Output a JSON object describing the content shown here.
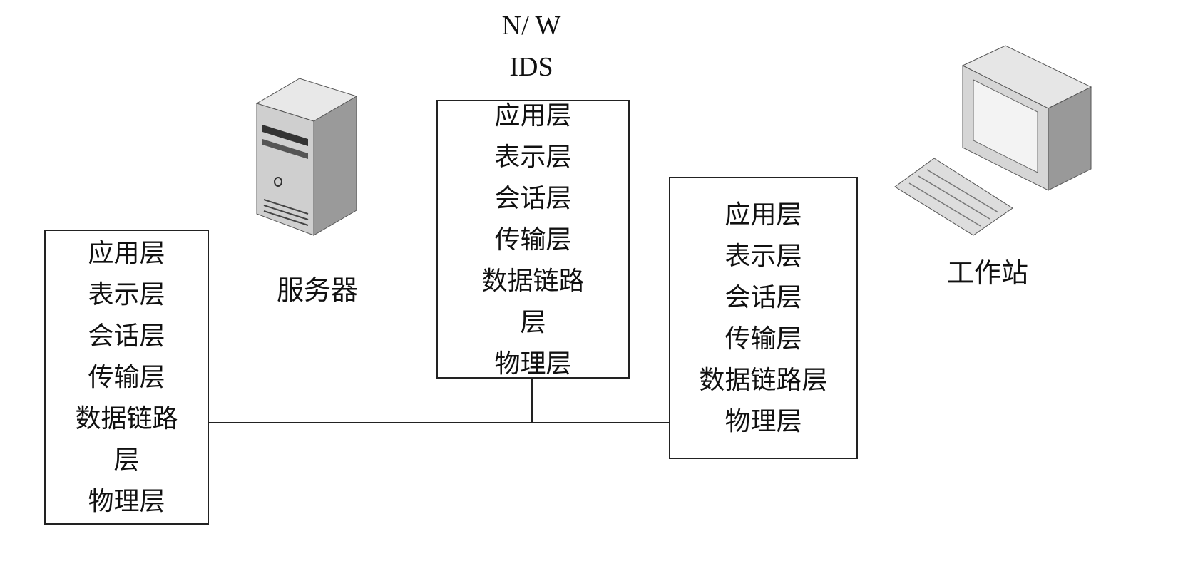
{
  "ids_title_line1": "N/ W",
  "ids_title_line2": "IDS",
  "server_label": "服务器",
  "workstation_label": "工作站",
  "left_stack": [
    "应用层",
    "表示层",
    "会话层",
    "传输层",
    "数据链路",
    "层",
    "物理层"
  ],
  "ids_stack": [
    "应用层",
    "表示层",
    "会话层",
    "传输层",
    "数据链路",
    "层",
    "物理层"
  ],
  "right_stack": [
    "应用层",
    "表示层",
    "会话层",
    "传输层",
    "数据链路层",
    "物理层"
  ]
}
